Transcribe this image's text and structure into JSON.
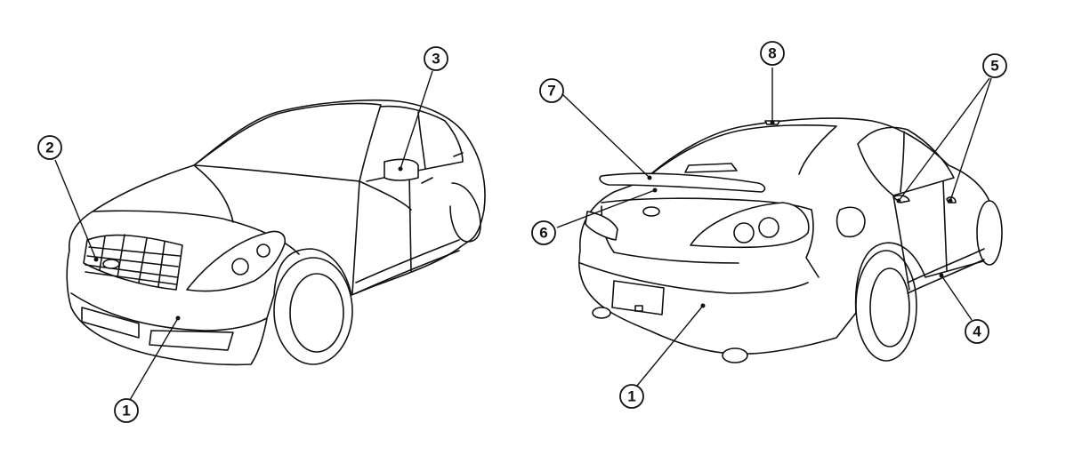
{
  "colors": {
    "line": "#111111",
    "background": "#ffffff"
  },
  "callouts": {
    "front_1": "1",
    "front_2": "2",
    "front_3": "3",
    "rear_1": "1",
    "rear_4": "4",
    "rear_5": "5",
    "rear_6": "6",
    "rear_7": "7",
    "rear_8": "8"
  }
}
